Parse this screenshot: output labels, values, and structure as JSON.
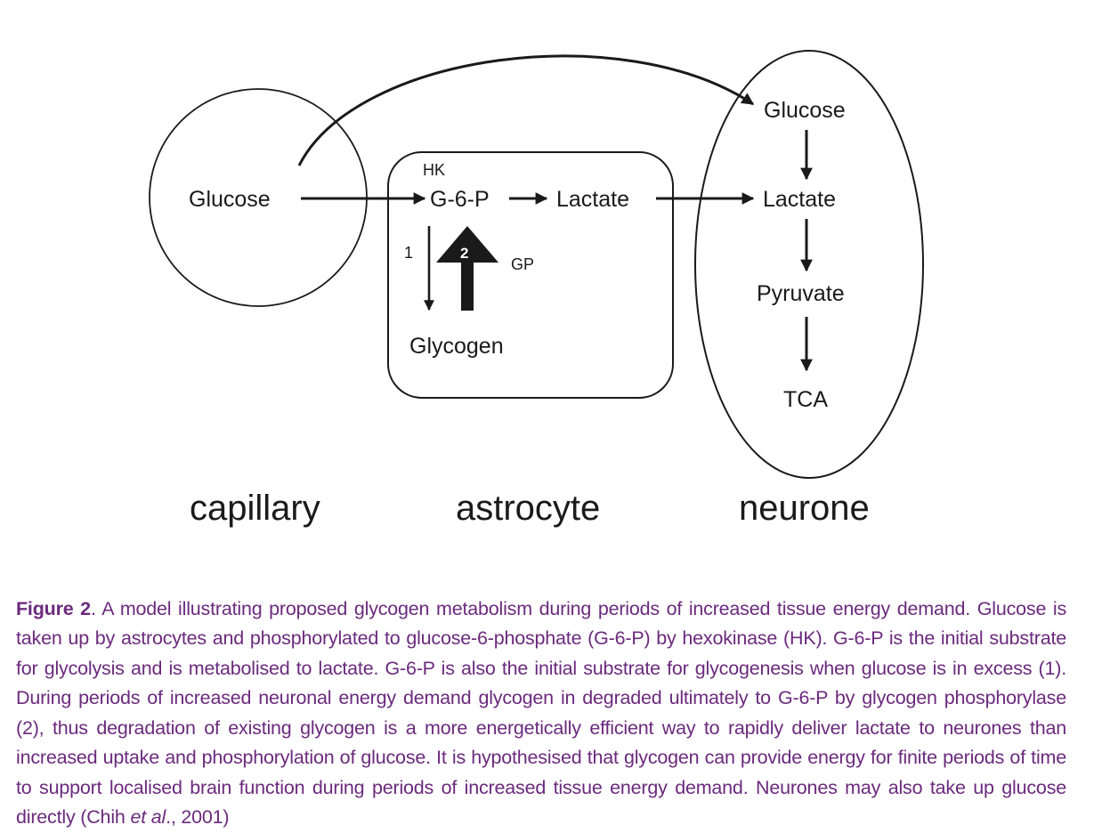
{
  "diagram": {
    "capillary": {
      "glucose": "Glucose"
    },
    "astrocyte": {
      "hk": "HK",
      "g6p": "G-6-P",
      "lactate": "Lactate",
      "glycogen": "Glycogen",
      "path1": "1",
      "path2": "2",
      "gp": "GP"
    },
    "neurone": {
      "glucose": "Glucose",
      "lactate": "Lactate",
      "pyruvate": "Pyruvate",
      "tca": "TCA"
    },
    "compartments": {
      "capillary": "capillary",
      "astrocyte": "astrocyte",
      "neurone": "neurone"
    }
  },
  "caption": {
    "label": "Figure 2",
    "text_before_em": ".  A model illustrating proposed glycogen metabolism during periods of increased tissue energy demand. Glucose is taken up by astrocytes and phosphorylated to glucose-6-phosphate (G-6-P) by hexokinase (HK). G-6-P is the initial substrate for glycolysis and is metabolised to lactate. G-6-P is also the initial substrate for glycogenesis when glucose is in excess (1). During periods of increased neuronal energy demand glycogen in degraded ultimately to G-6-P by glycogen phosphorylase (2), thus degradation of existing glycogen is a more energetically efficient way to rapidly deliver lactate to neurones than increased uptake and phosphorylation of glucose. It is hypothesised that glycogen can provide energy for finite periods of time to support localised brain function during periods of increased tissue energy demand. Neurones may also take up glucose directly (Chih ",
    "em": "et al",
    "text_after_em": "., 2001)"
  },
  "colors": {
    "caption": "#6b2a7d",
    "lines": "#1a1a1a"
  }
}
